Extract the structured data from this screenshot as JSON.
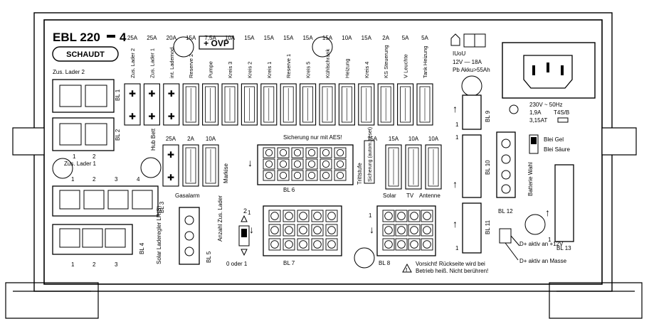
{
  "header": {
    "model": "EBL 220",
    "model_suffix": "4",
    "logo_text": "SCHAUDT",
    "ovp_label": "+ OVP"
  },
  "fuses_top": [
    {
      "rating": "25A",
      "label": "Zus. Lader 2",
      "type": "ato"
    },
    {
      "rating": "25A",
      "label": "Zus. Lader 1",
      "type": "ato"
    },
    {
      "rating": "20A",
      "label": "int. Lademod.",
      "type": "ato"
    },
    {
      "rating": "15A",
      "label": "Reserve 2",
      "type": "blade"
    },
    {
      "rating": "7,5A",
      "label": "Pumpe",
      "type": "blade"
    },
    {
      "rating": "10A",
      "label": "Kreis 3",
      "type": "blade"
    },
    {
      "rating": "15A",
      "label": "Kreis 2",
      "type": "blade"
    },
    {
      "rating": "15A",
      "label": "Kreis 1",
      "type": "blade"
    },
    {
      "rating": "15A",
      "label": "Reserve 1",
      "type": "blade"
    },
    {
      "rating": "15A",
      "label": "Kreis 5",
      "type": "blade"
    },
    {
      "rating": "15A",
      "label": "Kühlschrank",
      "type": "blade"
    },
    {
      "rating": "10A",
      "label": "Heizung",
      "type": "blade"
    },
    {
      "rating": "15A",
      "label": "Kreis 4",
      "type": "blade"
    },
    {
      "rating": "2A",
      "label": "KS Steuerung",
      "type": "blade"
    },
    {
      "rating": "5A",
      "label": "V Leuchte",
      "type": "blade"
    },
    {
      "rating": "5A",
      "label": "Tank Heizung",
      "type": "blade"
    }
  ],
  "fuses_mid_left": [
    {
      "rating": "25A",
      "type": "ato"
    },
    {
      "rating": "2A",
      "type": "blade"
    },
    {
      "rating": "10A",
      "type": "blade"
    }
  ],
  "fuses_mid_right": [
    {
      "rating": "15A"
    },
    {
      "rating": "15A"
    },
    {
      "rating": "10A"
    },
    {
      "rating": "10A"
    }
  ],
  "labels": {
    "hub_bett": "Hub Bett",
    "gasalarm": "Gasalarm",
    "markise": "Markise",
    "sicherung_note": "Sicherung nur mit AES!",
    "trittstufe": "Trittstufe",
    "reset_sicherung": "Sicherung (autom. reset)",
    "solar": "Solar",
    "tv": "TV",
    "antenne": "Antenne",
    "zus_lader_2": "Zus. Lader 2",
    "zus_lader_1": "Zus. Lader 1",
    "solar_laderegler": "Solar Laderegler LR(S)",
    "anzahl_zus_lader": "Anzahl Zus. Lader",
    "null_oder_eins": "0 oder 1",
    "two": "2",
    "iuou": "IUoU",
    "spec_12v": "12V — 18A",
    "spec_pb": "Pb Akku>55Ah",
    "mains_spec": "230V ~ 50Hz",
    "mains_current": "1,9A",
    "mains_fuse": "T4S/B",
    "mains_fuse2": "3,15AT",
    "bl_gel": "Blei Gel",
    "bl_saure": "Blei Säure",
    "batterie_wahl": "Batterie Wahl",
    "d_plus_12": "D+ aktiv an +12V",
    "d_plus_masse": "D+ aktiv an Masse",
    "warning_line1": "Vorsicht! Rückseite wird bei",
    "warning_line2": "Betrieb heiß. Nicht berühren!"
  },
  "connectors": {
    "bl1": "BL 1",
    "bl2": "BL 2",
    "bl3": "BL 3",
    "bl4": "BL 4",
    "bl5": "BL 5",
    "bl6": "BL 6",
    "bl7": "BL 7",
    "bl8": "BL 8",
    "bl9": "BL 9",
    "bl10": "BL 10",
    "bl11": "BL 11",
    "bl12": "BL 12",
    "bl13": "BL 13"
  },
  "pins": {
    "bl2": [
      "1",
      "2"
    ],
    "bl3": [
      "1",
      "2",
      "3",
      "4"
    ],
    "bl4": [
      "1",
      "2",
      "3"
    ],
    "one": "1"
  }
}
